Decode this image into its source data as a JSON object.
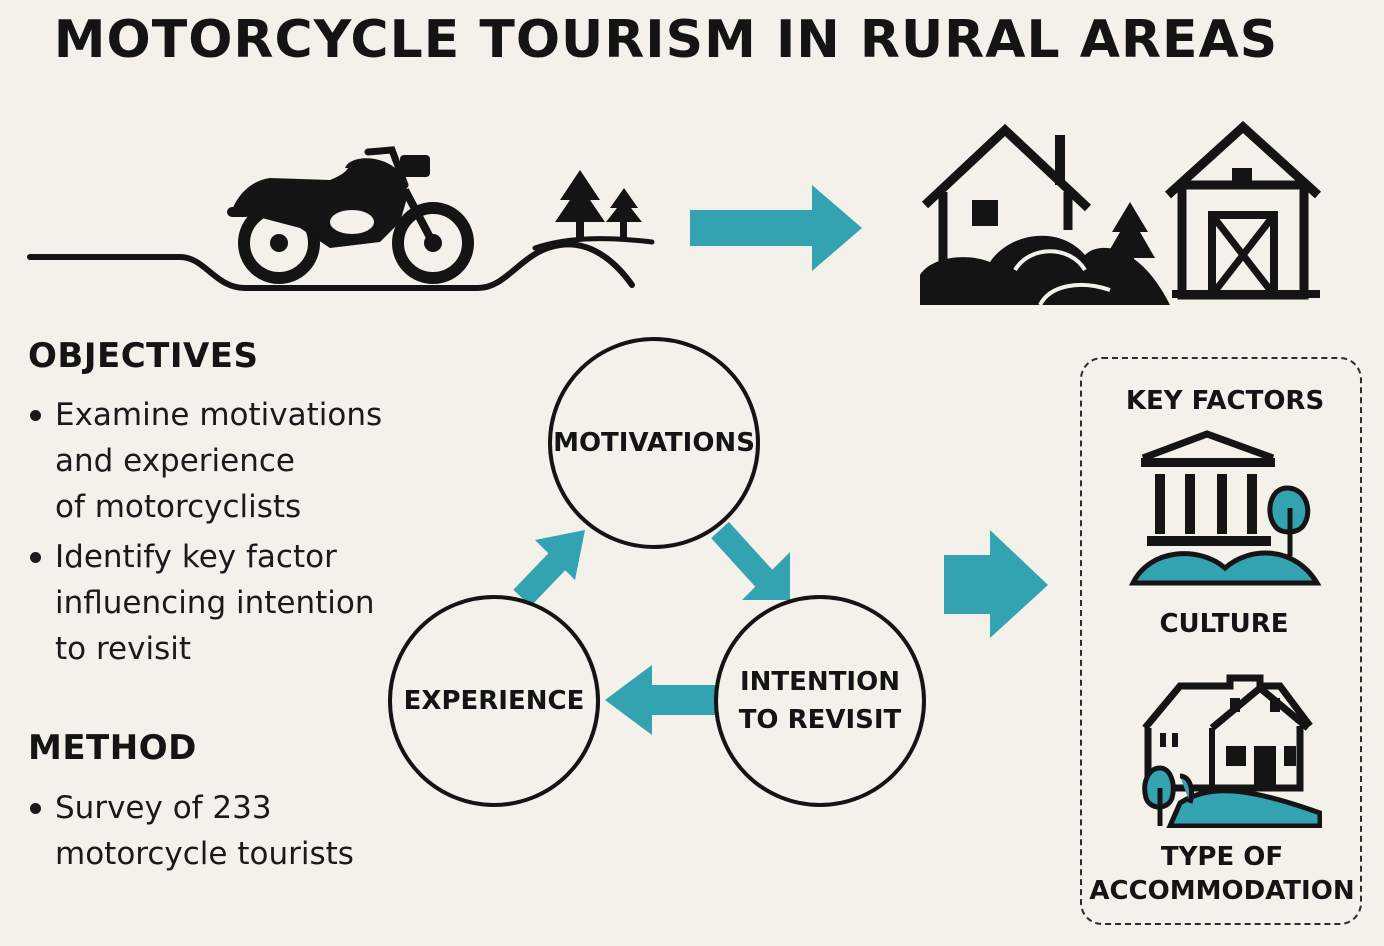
{
  "title": "MOTORCYCLE TOURISM IN RURAL AREAS",
  "objectives": {
    "heading": "OBJECTIVES",
    "items": [
      [
        "Examine motivations",
        "and experience",
        "of motorcyclists"
      ],
      [
        "Identify key factor",
        "influencing intention",
        "to revisit"
      ]
    ]
  },
  "method": {
    "heading": "METHOD",
    "items": [
      [
        "Survey of 233",
        "motorcycle tourists"
      ]
    ]
  },
  "cycle": {
    "motivations": "MOTIVATIONS",
    "intention_line1": "INTENTION",
    "intention_line2": "TO REVISIT",
    "experience": "EXPERIENCE"
  },
  "key_factors": {
    "heading": "KEY FACTORS",
    "culture": "CULTURE",
    "accommodation_line1": "TYPE OF",
    "accommodation_line2": "ACCOMMODATION"
  },
  "colors": {
    "accent": "#33a3b1",
    "ink": "#141414",
    "background": "#f4f1eb"
  },
  "icons": [
    "motorcycle-icon",
    "road-icon",
    "pine-trees-icon",
    "arrow-right-icon",
    "rural-house-icon",
    "barn-icon",
    "museum-icon",
    "tree-icon",
    "farmhouse-icon"
  ]
}
